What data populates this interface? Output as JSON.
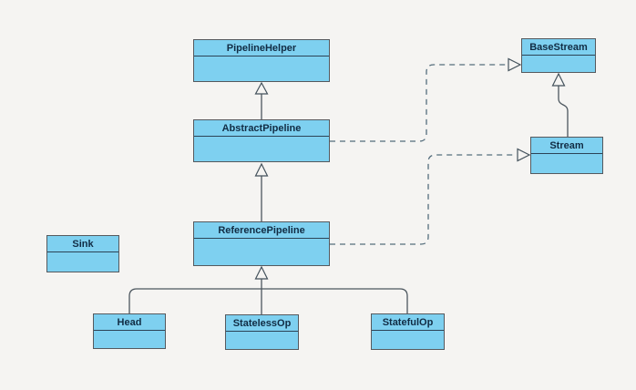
{
  "diagram": {
    "kind": "uml-class-diagram",
    "colors": {
      "background": "#f5f4f2",
      "node_fill": "#7ed0f0",
      "node_border": "#55595e",
      "node_divider": "#2c4356",
      "edge_solid": "#4c565e",
      "edge_dashed": "#546d7c",
      "text": "#112c44"
    },
    "nodes": [
      {
        "id": "pipeline-helper",
        "label": "PipelineHelper"
      },
      {
        "id": "abstract-pipeline",
        "label": "AbstractPipeline"
      },
      {
        "id": "reference-pipeline",
        "label": "ReferencePipeline"
      },
      {
        "id": "sink",
        "label": "Sink"
      },
      {
        "id": "head",
        "label": "Head"
      },
      {
        "id": "stateless-op",
        "label": "StatelessOp"
      },
      {
        "id": "stateful-op",
        "label": "StatefulOp"
      },
      {
        "id": "base-stream",
        "label": "BaseStream"
      },
      {
        "id": "stream",
        "label": "Stream"
      }
    ],
    "relations": [
      {
        "from": "AbstractPipeline",
        "to": "PipelineHelper",
        "type": "generalization",
        "line": "solid"
      },
      {
        "from": "ReferencePipeline",
        "to": "AbstractPipeline",
        "type": "generalization",
        "line": "solid"
      },
      {
        "from": "Head",
        "to": "ReferencePipeline",
        "type": "generalization",
        "line": "solid"
      },
      {
        "from": "StatelessOp",
        "to": "ReferencePipeline",
        "type": "generalization",
        "line": "solid"
      },
      {
        "from": "StatefulOp",
        "to": "ReferencePipeline",
        "type": "generalization",
        "line": "solid"
      },
      {
        "from": "Stream",
        "to": "BaseStream",
        "type": "generalization",
        "line": "solid"
      },
      {
        "from": "AbstractPipeline",
        "to": "BaseStream",
        "type": "realization",
        "line": "dashed"
      },
      {
        "from": "ReferencePipeline",
        "to": "Stream",
        "type": "realization",
        "line": "dashed"
      }
    ]
  }
}
